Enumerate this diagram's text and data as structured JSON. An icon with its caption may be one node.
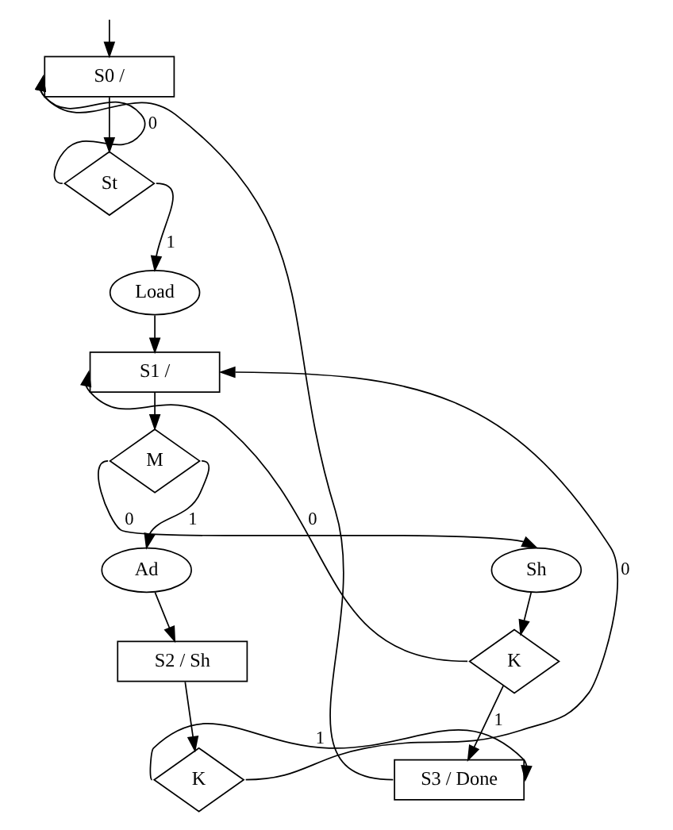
{
  "diagram": {
    "nodes": [
      {
        "text": [
          "S0 /"
        ]
      },
      {
        "text": [
          "St"
        ]
      },
      {
        "text": [
          "Load"
        ]
      },
      {
        "text": [
          "S1 /"
        ]
      },
      {
        "text": [
          "M"
        ]
      },
      {
        "text": [
          "Sh"
        ]
      },
      {
        "text": [
          "Ad"
        ]
      },
      {
        "text": [
          "K"
        ]
      },
      {
        "text": [
          "S2 / Sh"
        ]
      },
      {
        "text": [
          "S3 / Done"
        ]
      },
      {
        "text": [
          "K"
        ]
      }
    ],
    "edges": [
      {
        "from": null,
        "to": 0,
        "arrow": "to"
      },
      {
        "from": 0,
        "to": 1,
        "arrow": "to"
      },
      {
        "from": 1,
        "to": 0,
        "arrow": "to",
        "label": "0"
      },
      {
        "from": 1,
        "to": 2,
        "arrow": "to",
        "label": "1"
      },
      {
        "from": 2,
        "to": 3,
        "arrow": "to"
      },
      {
        "from": 3,
        "to": 4,
        "arrow": "to"
      },
      {
        "from": 4,
        "to": 5,
        "arrow": "to",
        "label": "0"
      },
      {
        "from": 4,
        "to": 6,
        "arrow": "to",
        "label": "1"
      },
      {
        "from": 5,
        "to": 7,
        "arrow": "to"
      },
      {
        "from": 7,
        "to": 3,
        "arrow": "to",
        "label": "0"
      },
      {
        "from": 7,
        "to": 9,
        "arrow": "to",
        "label": "1"
      },
      {
        "from": 6,
        "to": 8,
        "arrow": "to"
      },
      {
        "from": 8,
        "to": 10,
        "arrow": "to"
      },
      {
        "from": 10,
        "to": 9,
        "arrow": "to",
        "label": "1"
      },
      {
        "from": 10,
        "to": 3,
        "arrow": "to",
        "label": "0"
      },
      {
        "from": 9,
        "to": 0,
        "arrow": "to"
      }
    ]
  }
}
